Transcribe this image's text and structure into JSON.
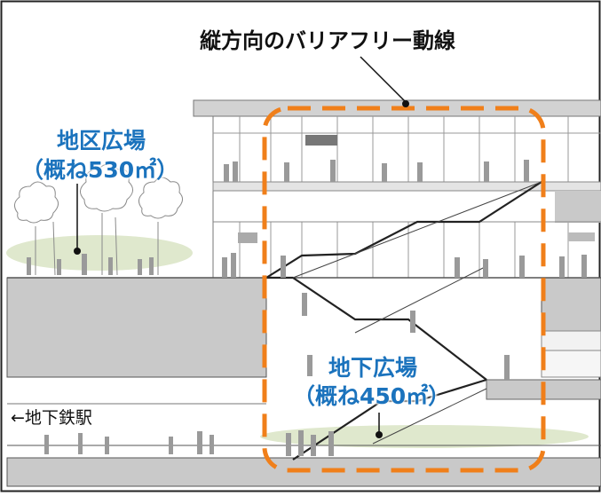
{
  "title": "縦方向のバリアフリー動線",
  "plaza_surface": {
    "name": "地区広場",
    "area": "（概ね530㎡）"
  },
  "plaza_underground": {
    "name": "地下広場",
    "area": "（概ね450㎡）"
  },
  "subway": {
    "label": "←地下鉄駅"
  },
  "colors": {
    "accent_orange": "#f07f1a",
    "label_blue": "#1b73bd",
    "slab_gray": "#c9c9c9",
    "plaza_green": "#dfe8cd",
    "figure_gray": "#9a9a9a"
  }
}
